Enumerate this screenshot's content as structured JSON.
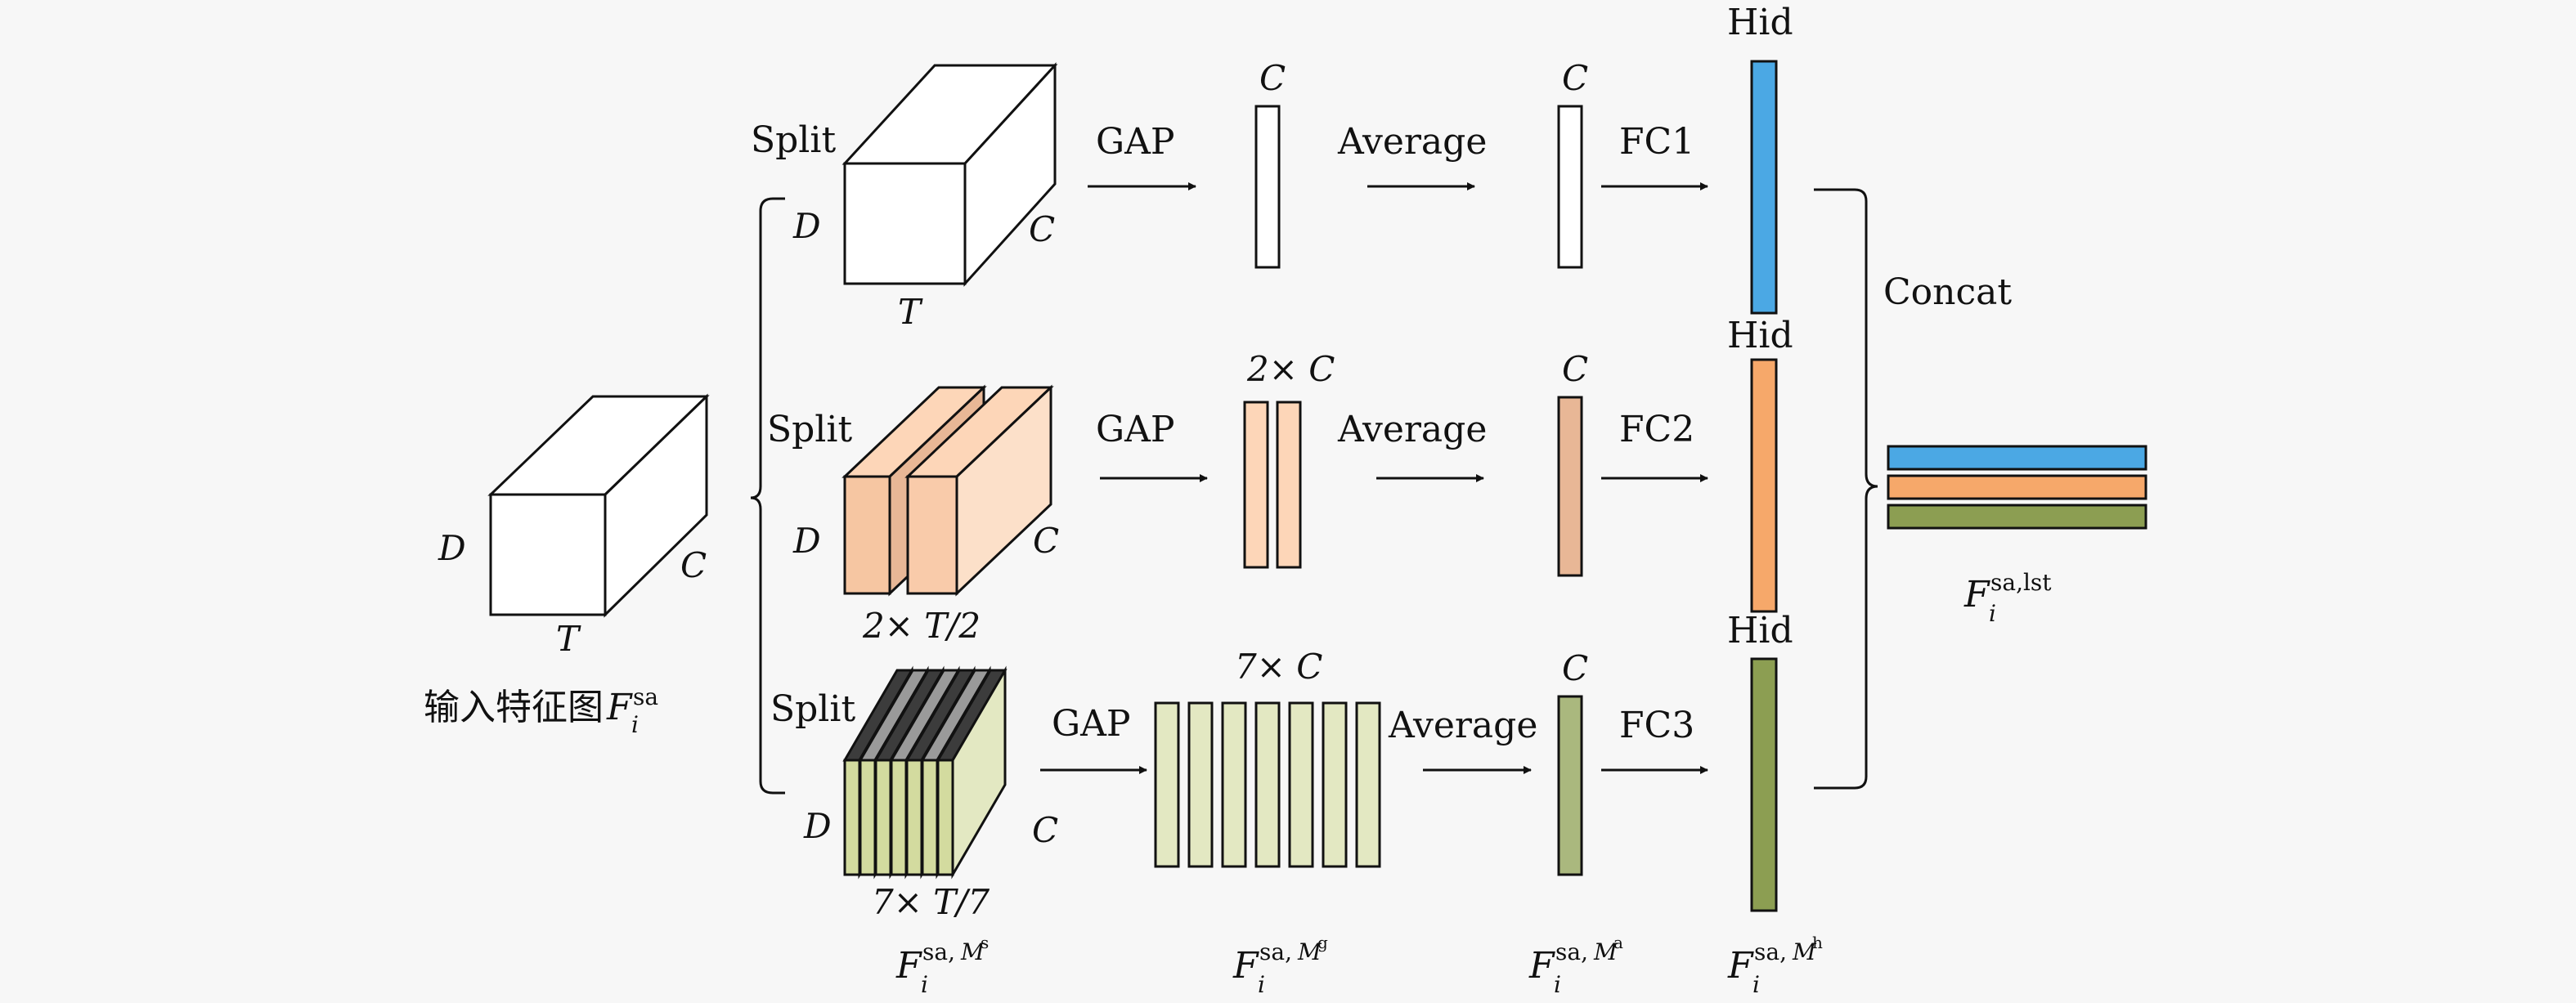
{
  "input": {
    "label_zh": "输入特征图",
    "var": "F",
    "sub": "i",
    "sup": "sa",
    "dim_d": "D",
    "dim_c": "C",
    "dim_t": "T"
  },
  "rows": [
    {
      "split_label": "Split",
      "dim_d": "D",
      "dim_c": "C",
      "dim_bottom": "T",
      "gap_label": "GAP",
      "gap_dim": "C",
      "average_label": "Average",
      "avg_dim": "C",
      "fc_label": "FC1",
      "hid_label": "Hid"
    },
    {
      "split_label": "Split",
      "dim_d": "D",
      "dim_c": "C",
      "dim_bottom": "2× T/2",
      "gap_label": "GAP",
      "gap_dim": "2× C",
      "average_label": "Average",
      "avg_dim": "C",
      "fc_label": "FC2",
      "hid_label": "Hid"
    },
    {
      "split_label": "Split",
      "dim_d": "D",
      "dim_c": "C",
      "dim_bottom": "7× T/7",
      "gap_label": "GAP",
      "gap_dim": "7× C",
      "average_label": "Average",
      "avg_dim": "C",
      "fc_label": "FC3",
      "hid_label": "Hid"
    }
  ],
  "concat": {
    "label": "Concat",
    "output_var": "F",
    "output_sub": "i",
    "output_sup": "sa,lst"
  },
  "bottom_labels": [
    {
      "var": "F",
      "sub": "i",
      "sup": "sa,",
      "sup_var": "M",
      "sup_sup": "s"
    },
    {
      "var": "F",
      "sub": "i",
      "sup": "sa,",
      "sup_var": "M",
      "sup_sup": "g"
    },
    {
      "var": "F",
      "sub": "i",
      "sup": "sa,",
      "sup_var": "M",
      "sup_sup": "a"
    },
    {
      "var": "F",
      "sub": "i",
      "sup": "sa,",
      "sup_var": "M",
      "sup_sup": "h"
    }
  ],
  "colors": {
    "blue": "#4ba8e4",
    "orange": "#f6a86a",
    "green": "#8c9e52",
    "orange_light": "#fdd6b8",
    "orange_mid": "#e8b796",
    "green_light": "#e3e8c2",
    "green_mid": "#aab87e",
    "stroke": "#111111",
    "background": "#f7f7f7"
  }
}
